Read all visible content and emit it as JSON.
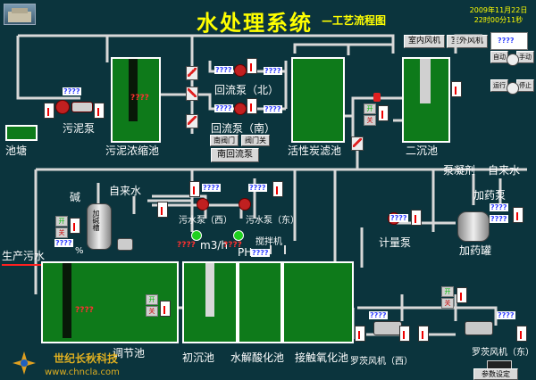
{
  "header": {
    "title": "水处理系统",
    "subtitle": "—工艺流程图",
    "date": "2009年11月22日",
    "time": "22时00分11秒"
  },
  "logo": {
    "brand": "世纪长秋科技",
    "url": "www.chncla.com"
  },
  "unknown_value": "????",
  "units": {
    "flow": "m3/h",
    "ph": "PH"
  },
  "buttons": {
    "fan_indoor": "室内风机",
    "fan_outdoor": "室外风机",
    "auto": "自动",
    "manual": "手动",
    "run": "运行",
    "stop": "停止",
    "param_setting": "参数设定"
  },
  "onoff": {
    "on": "开",
    "off": "关"
  },
  "labels": {
    "pond": "池塘",
    "sludge_pump": "污泥泵",
    "sludge_thickener": "污泥浓缩池",
    "return_pump_north": "回流泵（北）",
    "return_pump_south": "回流泵（南）",
    "activated_carbon": "活性炭滤池",
    "secondary_clarifier": "二沉池",
    "south_valve": "南阀门",
    "close_valve": "阀门关",
    "south_return_pump": "南回流泵",
    "coagulant": "泵凝剂",
    "tap_water_right": "自来水",
    "dosing_pump": "加药泵",
    "dosing_tank": "加药罐",
    "metering_pump": "计量泵",
    "alkali": "碱",
    "tap_water_left": "自来水",
    "alkali_tank": "加碱槽",
    "sewage_pump_west": "污水泵（西）",
    "sewage_pump_east": "污水泵（东）",
    "mixer": "搅拌机",
    "production_sewage": "生产污水",
    "percent": "%",
    "equalization_tank": "调节池",
    "primary_sedimentation": "初沉池",
    "hydrolysis_acidification": "水解酸化池",
    "contact_oxidation": "接触氧化池",
    "roots_blower_west": "罗茨风机（西）",
    "roots_blower_east": "罗茨风机（东）"
  }
}
